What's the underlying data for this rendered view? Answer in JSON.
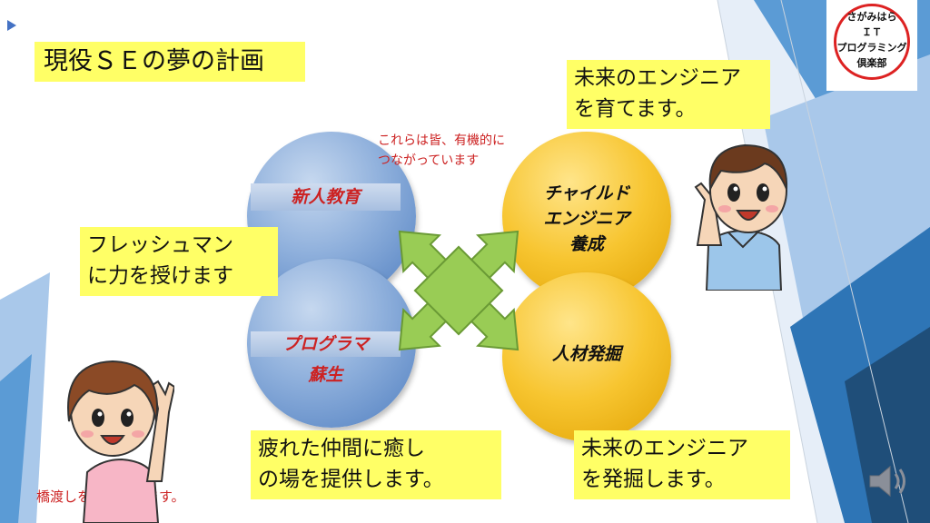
{
  "slide_title": "現役ＳＥの夢の計画",
  "connection_note": [
    "これらは皆、有機的に",
    "つながっています"
  ],
  "circles": {
    "new_staff": "新人教育",
    "program": [
      "プログラマ",
      "蘇生"
    ],
    "child": [
      "チャイルド",
      "エンジニア",
      "養成"
    ],
    "talent": "人材発掘"
  },
  "callouts": {
    "fresh": [
      "フレッシュマン",
      "に力を授けます"
    ],
    "future_raise": [
      "未来のエンジニア",
      "を育てます。"
    ],
    "healing": [
      "疲れた仲間に癒し",
      "の場を提供します。"
    ],
    "future_dig": [
      "未来のエンジニア",
      "を発掘します。"
    ]
  },
  "bridge_note": "橋渡しをおこないます。",
  "logo": [
    "さがみはら",
    "ＩＴ",
    "プログラミング",
    "倶楽部"
  ],
  "colors": {
    "callout": "#ffff66",
    "red_text": "#cc2222",
    "arrow": "#99cc55"
  }
}
